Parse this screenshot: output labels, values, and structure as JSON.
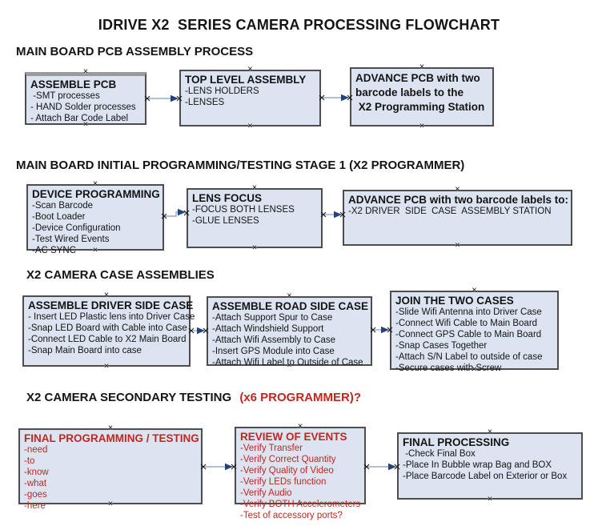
{
  "title": "IDRIVE X2  SERIES CAMERA PROCESSING FLOWCHART",
  "colors": {
    "box_fill": "#dbe4f0",
    "box_border": "#4d4d4d",
    "red": "#c3261f",
    "arrow_line": "#93aac9",
    "arrow_head": "#23437c"
  },
  "icons": {
    "connection_point": "×"
  },
  "sections": [
    {
      "heading": "MAIN BOARD PCB ASSEMBLY PROCESS",
      "boxes": [
        {
          "title": "ASSEMBLE PCB",
          "items": [
            " -SMT processes",
            "- HAND Solder processes",
            "- Attach Bar Code Label"
          ]
        },
        {
          "title": "TOP LEVEL ASSEMBLY",
          "items": [
            "-LENS HOLDERS",
            "-LENSES"
          ]
        },
        {
          "title": "ADVANCE PCB with two\nbarcode labels to the\n X2 Programming Station",
          "items": []
        }
      ]
    },
    {
      "heading": "MAIN BOARD INITIAL PROGRAMMING/TESTING STAGE 1 (X2 PROGRAMMER)",
      "boxes": [
        {
          "title": "DEVICE PROGRAMMING",
          "items": [
            "-Scan Barcode",
            "-Boot Loader",
            "-Device Configuration",
            "-Test Wired Events",
            "-AC SYNC"
          ]
        },
        {
          "title": "LENS FOCUS",
          "items": [
            "-FOCUS BOTH LENSES",
            "-GLUE LENSES"
          ]
        },
        {
          "title": "ADVANCE PCB with two barcode labels to:",
          "items": [
            "-X2 DRIVER  SIDE  CASE  ASSEMBLY STATION"
          ]
        }
      ]
    },
    {
      "heading": "X2 CAMERA CASE ASSEMBLIES",
      "boxes": [
        {
          "title": "ASSEMBLE DRIVER SIDE CASE",
          "items": [
            "- Insert LED Plastic lens into Driver Case",
            "-Snap LED Board with Cable into Case",
            "-Connect LED Cable to X2 Main Board",
            "-Snap Main Board into case"
          ]
        },
        {
          "title": "ASSEMBLE ROAD SIDE CASE",
          "items": [
            "-Attach Support Spur to Case",
            "-Attach Windshield Support",
            "-Attach Wifi Assembly to Case",
            "-Insert GPS Module into Case",
            "-Attach Wifi Label to Outside of Case"
          ]
        },
        {
          "title": "JOIN THE TWO CASES",
          "items": [
            "-Slide Wifi Antenna into Driver Case",
            "-Connect Wifi Cable to Main Board",
            "-Connect GPS Cable to Main Board",
            "-Snap Cases Together",
            "-Attach S/N Label to outside of case",
            "-Secure cases with Screw"
          ]
        }
      ]
    },
    {
      "heading": "X2 CAMERA SECONDARY TESTING ",
      "heading_red": "(x6 PROGRAMMER)?",
      "boxes": [
        {
          "title": "FINAL PROGRAMMING / TESTING",
          "items": [
            "-need",
            "-to",
            "-know",
            "-what",
            "-goes",
            "-here"
          ]
        },
        {
          "title": "REVIEW OF EVENTS",
          "items": [
            "-Verify Transfer",
            "-Verify Correct Quantity",
            "-Verify Quality of Video",
            "-Verify LEDs function",
            "-Verify Audio",
            "-Verify BOTH Accelerometers",
            "-Test of accessory ports?"
          ]
        },
        {
          "title": "FINAL PROCESSING",
          "items": [
            " -Check Final Box",
            "-Place In Bubble wrap Bag and BOX",
            "-Place Barcode Label on Exterior or Box"
          ]
        }
      ]
    }
  ]
}
